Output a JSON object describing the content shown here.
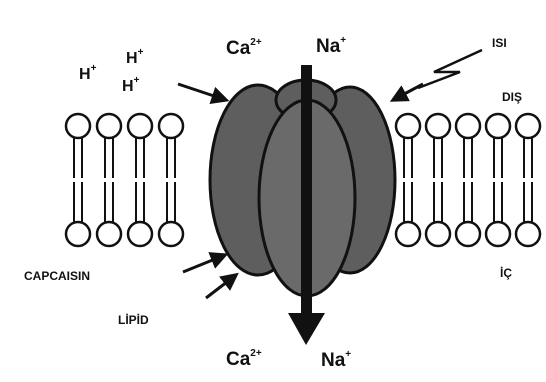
{
  "diagram": {
    "ions_top": {
      "ca": "Ca",
      "ca_charge": "2+",
      "na": "Na",
      "na_charge": "+"
    },
    "ions_bottom": {
      "ca": "Ca",
      "ca_charge": "2+",
      "na": "Na",
      "na_charge": "+"
    },
    "protons": [
      {
        "symbol": "H",
        "charge": "+"
      },
      {
        "symbol": "H",
        "charge": "+"
      },
      {
        "symbol": "H",
        "charge": "+"
      }
    ],
    "labels": {
      "heat": "ISI",
      "outside": "DIŞ",
      "inside": "İÇ",
      "capsaicin": "CAPCAISIN",
      "lipid": "LİPİD"
    },
    "colors": {
      "channel_fill": "#5e5e5e",
      "channel_fill_front": "#6a6a6a",
      "outline": "#111111",
      "lipid_head_fill": "#ffffff"
    }
  }
}
